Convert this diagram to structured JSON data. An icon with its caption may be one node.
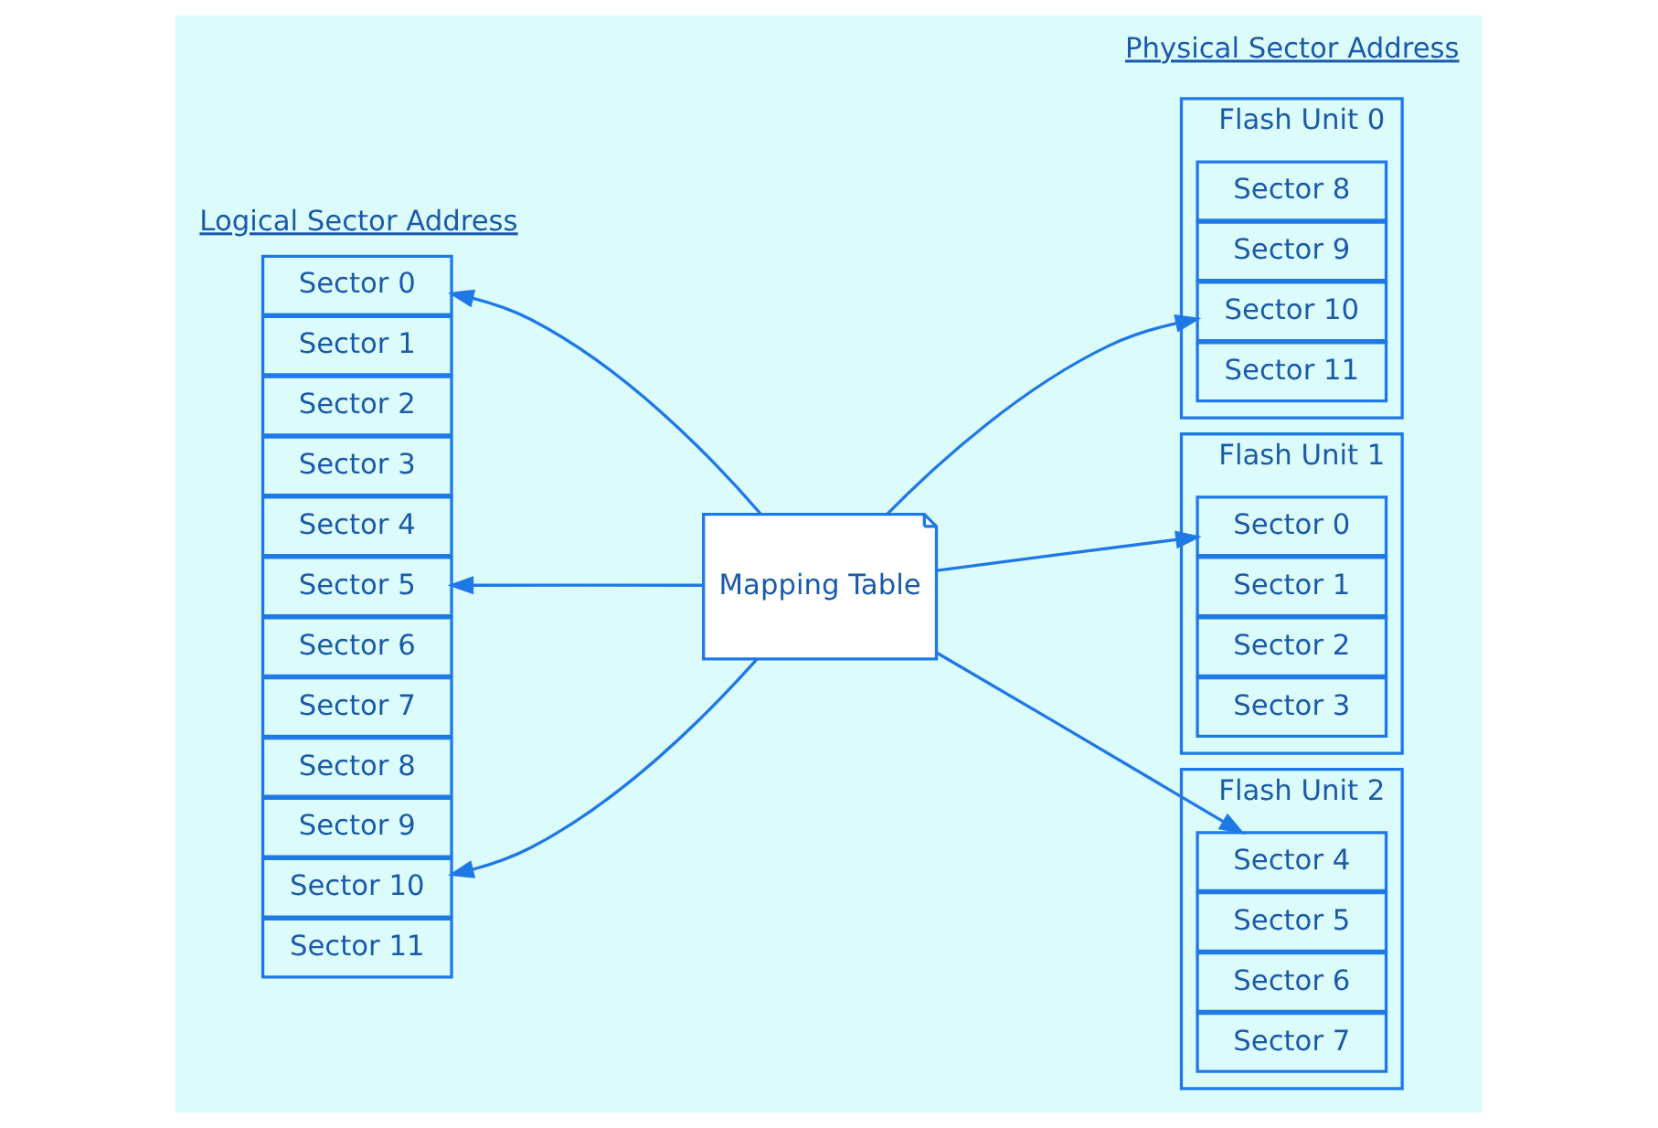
{
  "diagram": {
    "nodes": [
      {
        "text": [
          "Sector 0"
        ]
      },
      {
        "text": [
          "Sector 1"
        ]
      },
      {
        "text": [
          "Sector 2"
        ]
      },
      {
        "text": [
          "Sector 3"
        ]
      },
      {
        "text": [
          "Sector 4"
        ]
      },
      {
        "text": [
          "Sector 5"
        ]
      },
      {
        "text": [
          "Sector 6"
        ]
      },
      {
        "text": [
          "Sector 7"
        ]
      },
      {
        "text": [
          "Sector 8"
        ]
      },
      {
        "text": [
          "Sector 9"
        ]
      },
      {
        "text": [
          "Sector 10"
        ]
      },
      {
        "text": [
          "Sector 11"
        ]
      },
      {
        "text": [
          "Mapping Table"
        ]
      },
      {
        "text": [
          "Flash Unit 0"
        ]
      },
      {
        "text": [
          "Sector 8"
        ],
        "in": 13
      },
      {
        "text": [
          "Sector 9"
        ],
        "in": 13
      },
      {
        "text": [
          "Sector 10"
        ],
        "in": 13
      },
      {
        "text": [
          "Sector 11"
        ],
        "in": 13
      },
      {
        "text": [
          "Flash Unit 1"
        ]
      },
      {
        "text": [
          "Sector 0"
        ],
        "in": 18
      },
      {
        "text": [
          "Sector 1"
        ],
        "in": 18
      },
      {
        "text": [
          "Sector 2"
        ],
        "in": 18
      },
      {
        "text": [
          "Sector 3"
        ],
        "in": 18
      },
      {
        "text": [
          "Flash Unit 2"
        ]
      },
      {
        "text": [
          "Sector 4"
        ],
        "in": 23
      },
      {
        "text": [
          "Sector 5"
        ],
        "in": 23
      },
      {
        "text": [
          "Sector 6"
        ],
        "in": 23
      },
      {
        "text": [
          "Sector 7"
        ],
        "in": 23
      }
    ],
    "edges": [
      {
        "from": 12,
        "to": 0,
        "arrow": "to"
      },
      {
        "from": 12,
        "to": 5,
        "arrow": "to"
      },
      {
        "from": 12,
        "to": 10,
        "arrow": "to"
      },
      {
        "from": 12,
        "to": 16,
        "arrow": "to"
      },
      {
        "from": 12,
        "to": 19,
        "arrow": "to"
      },
      {
        "from": 12,
        "to": 24,
        "arrow": "to"
      }
    ],
    "labels": [
      "Logical Sector Address",
      "Physical Sector Address"
    ]
  }
}
